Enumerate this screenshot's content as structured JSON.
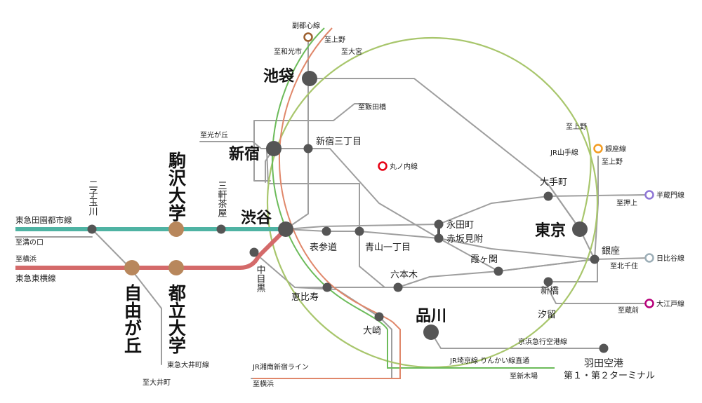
{
  "lines": {
    "den_en_toshi": {
      "name": "東急田園都市線",
      "color": "#4fb3a3"
    },
    "toyoko": {
      "name": "東急東横線",
      "color": "#d46a6a"
    },
    "yamanote": {
      "name": "JR山手線",
      "color": "#a8c66c"
    },
    "fukutoshin": {
      "name": "副都心線",
      "color": "#9c5e2c"
    },
    "ginza": {
      "name": "銀座線",
      "color": "#f39c20"
    },
    "marunouchi": {
      "name": "丸ノ内線",
      "color": "#e60012"
    },
    "hanzomon": {
      "name": "半蔵門線",
      "color": "#8f76d6"
    },
    "hibiya": {
      "name": "日比谷線",
      "color": "#9caeb7"
    },
    "oedo": {
      "name": "大江戸線",
      "color": "#b6007a"
    },
    "shonan_shinjuku": {
      "name": "JR湘南新宿ライン",
      "color": "#e0876a"
    },
    "saikyo": {
      "name": "JR埼京線 りんかい線直通",
      "color": "#6cbb5a"
    },
    "oimachi": {
      "name": "東急大井町線"
    },
    "keikyu": {
      "name": "京浜急行空港線"
    },
    "other_color": "#9e9e9e",
    "featured_station_color": "#b8875c",
    "station_color": "#555555"
  },
  "stations": {
    "ikebukuro": "池袋",
    "shinjuku": "新宿",
    "shibuya": "渋谷",
    "tokyo": "東京",
    "shinagawa": "品川",
    "komazawa": "駒沢大学",
    "jiyugaoka": "自由が丘",
    "toritsu": "都立大学",
    "futako": "二子玉川",
    "sangenjaya": "三軒茶屋",
    "nakameguro": "中目黒",
    "ebisu": "恵比寿",
    "osaki": "大崎",
    "omotesando": "表参道",
    "aoyama": "青山一丁目",
    "shinjuku3": "新宿三丁目",
    "nagatacho": "永田町",
    "akasaka": "赤坂見附",
    "roppongi": "六本木",
    "kasumigaseki": "霞ヶ関",
    "otemachi": "大手町",
    "ginza": "銀座",
    "shimbashi": "新橋",
    "shiodome": "汐留",
    "haneda_1": "羽田空港",
    "haneda_2": "第１・第２ターミナル"
  },
  "destinations": {
    "wakoshi": "至和光市",
    "ueno_1": "至上野",
    "omiya": "至大宮",
    "iidabashi": "至飯田橋",
    "hikarigaoka": "至光が丘",
    "ueno_2": "至上野",
    "ueno_3": "至上野",
    "oshiage": "至押上",
    "kitasenju": "至北千住",
    "kuramae": "至蔵前",
    "mizonokuchi": "至溝の口",
    "yokohama_1": "至横浜",
    "oimachi": "至大井町",
    "yokohama_2": "至横浜",
    "shinkiba": "至新木場"
  }
}
